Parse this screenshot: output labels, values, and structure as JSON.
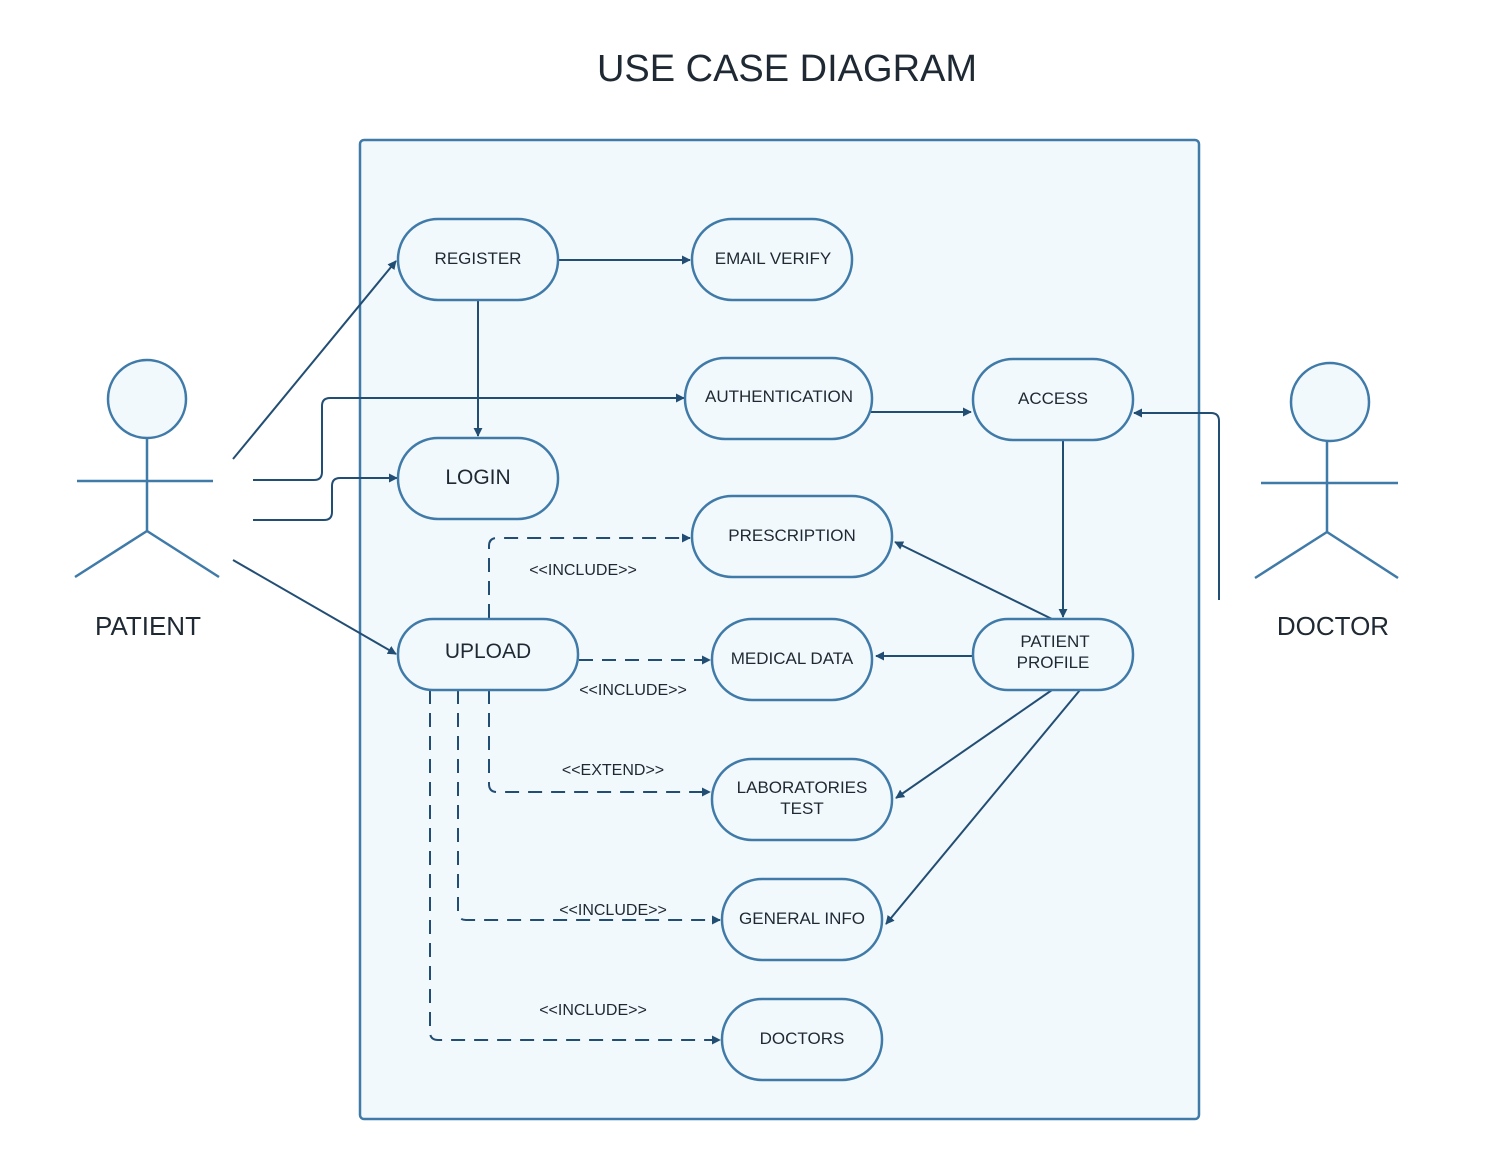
{
  "title": "USE CASE DIAGRAM",
  "actors": {
    "patient": "PATIENT",
    "doctor": "DOCTOR"
  },
  "use_cases": {
    "register": "REGISTER",
    "email_verify": "EMAIL VERIFY",
    "authentication": "AUTHENTICATION",
    "access": "ACCESS",
    "login": "LOGIN",
    "prescription": "PRESCRIPTION",
    "upload": "UPLOAD",
    "medical_data": "MEDICAL DATA",
    "patient_profile_line1": "PATIENT",
    "patient_profile_line2": "PROFILE",
    "laboratories_test_line1": "LABORATORIES",
    "laboratories_test_line2": "TEST",
    "general_info": "GENERAL INFO",
    "doctors": "DOCTORS"
  },
  "relationships": {
    "include_prescription": "<<INCLUDE>>",
    "include_medical_data": "<<INCLUDE>>",
    "extend_laboratories": "<<EXTEND>>",
    "include_general_info": "<<INCLUDE>>",
    "include_doctors": "<<INCLUDE>>"
  },
  "colors": {
    "stroke": "#3f7aa8",
    "fill": "#f2f9fc",
    "connector": "#234e74",
    "text": "#1f2933"
  }
}
